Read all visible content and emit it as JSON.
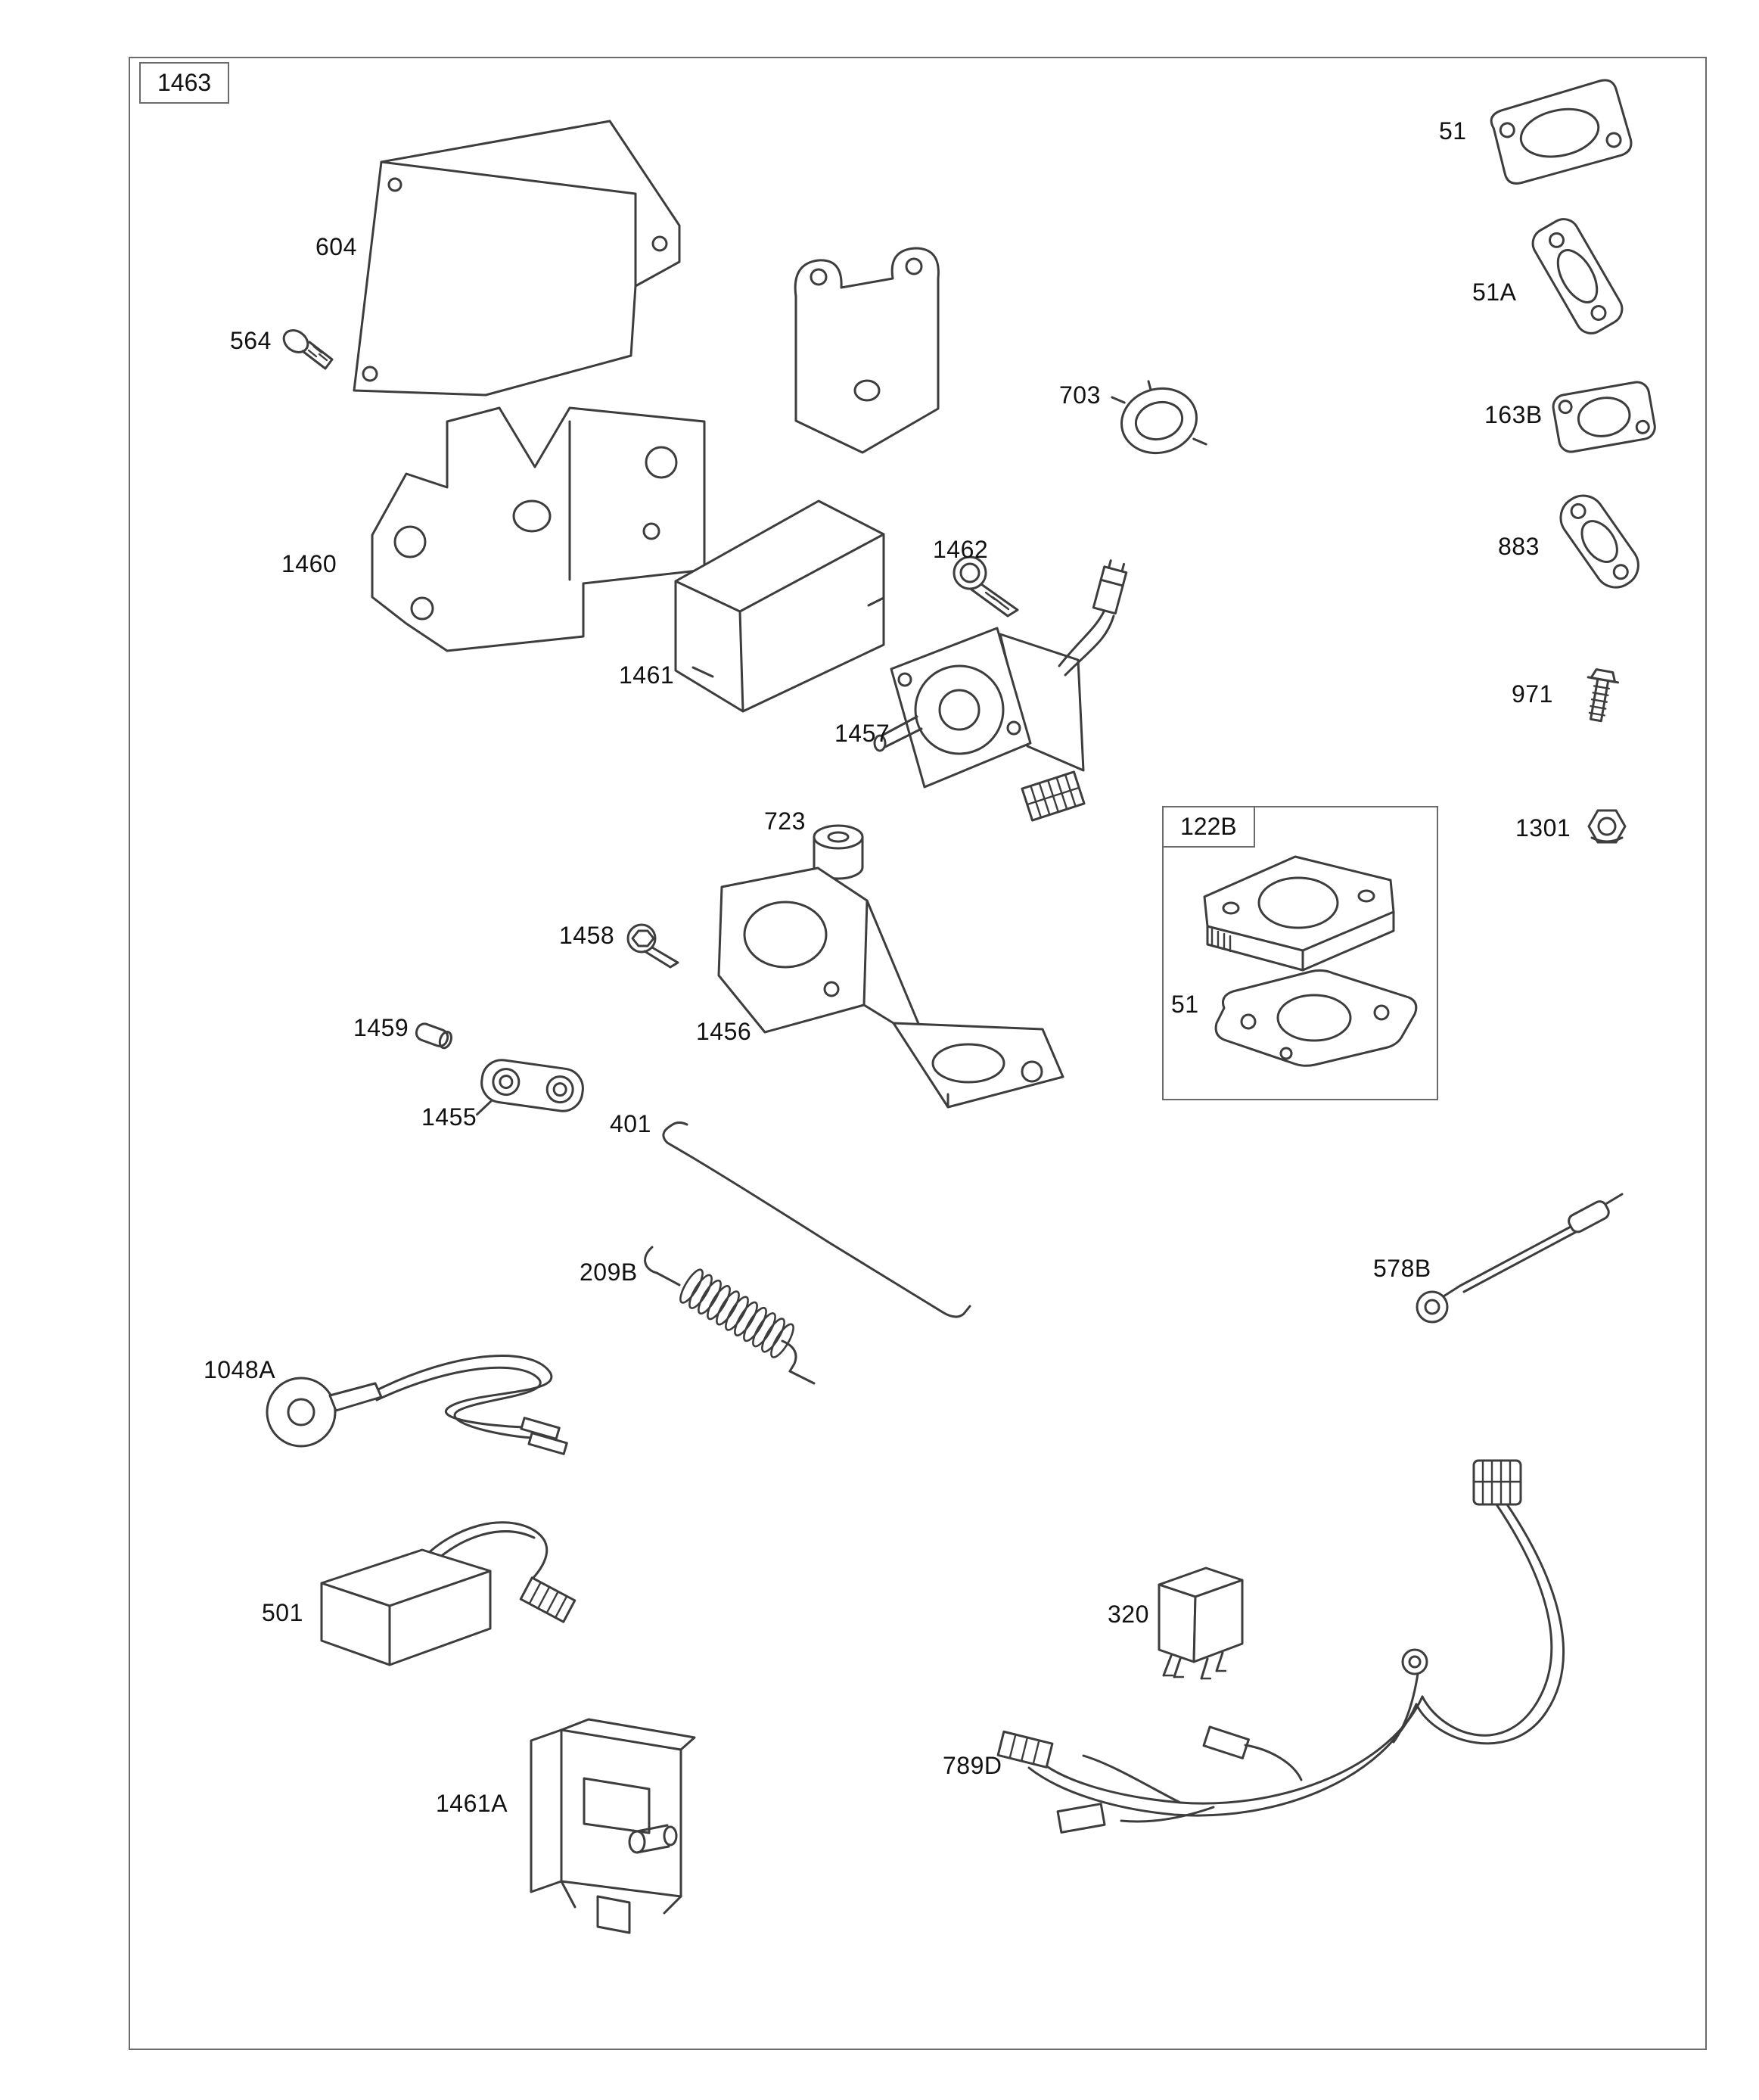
{
  "frame": {
    "tag": "1463"
  },
  "inset_122b": {
    "tag": "122B",
    "gasket_label": "51"
  },
  "part_labels": {
    "p51": "51",
    "p604": "604",
    "p564": "564",
    "p703": "703",
    "p51a": "51A",
    "p163b": "163B",
    "p883": "883",
    "p971": "971",
    "p1301": "1301",
    "p1460": "1460",
    "p1462": "1462",
    "p1461": "1461",
    "p1457": "1457",
    "p723": "723",
    "p1458": "1458",
    "p1456": "1456",
    "p1459": "1459",
    "p1455": "1455",
    "p401": "401",
    "p209b": "209B",
    "p578b": "578B",
    "p1048a": "1048A",
    "p501": "501",
    "p320": "320",
    "p1461a": "1461A",
    "p789d": "789D"
  },
  "colors": {
    "line": "#3d3d3d",
    "text": "#111111",
    "frame_border": "#6b6b6b",
    "background": "#ffffff"
  }
}
